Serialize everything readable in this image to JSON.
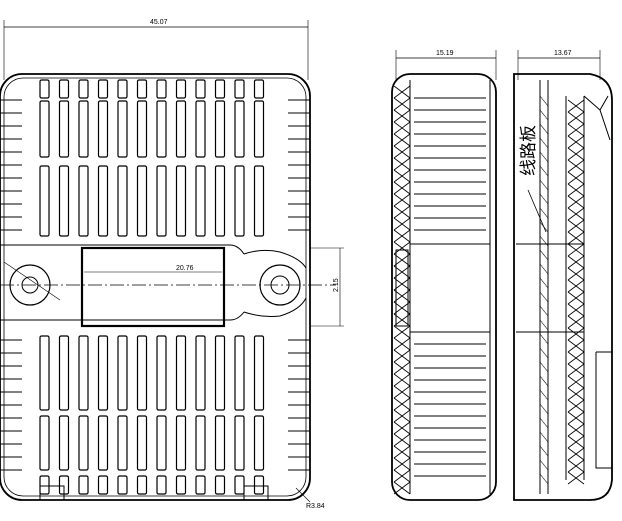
{
  "front_view": {
    "width_dim": "45.07",
    "height_dim": "2.15",
    "window_dim": "20.76",
    "corner_radius": "R3.84"
  },
  "side_views": {
    "left_dim": "15.19",
    "right_dim": "13.67",
    "circuit_board_label": "线路板"
  }
}
